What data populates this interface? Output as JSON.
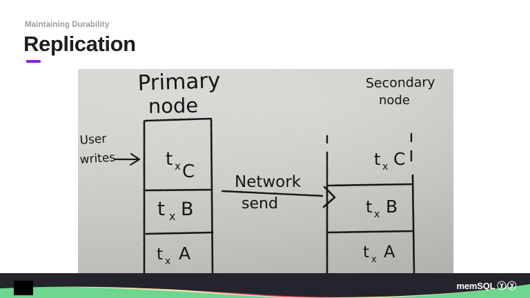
{
  "slide": {
    "kicker": "Maintaining Durability",
    "title": "Replication",
    "accent_color": "#8a1fd8",
    "background_color": "#ffffff"
  },
  "whiteboard": {
    "alt": "hand-drawn whiteboard diagram of primary and secondary node transaction logs",
    "primary": {
      "label_line1": "Primary",
      "label_line2": "node",
      "entries": [
        {
          "label": "tₓ C",
          "state": "committed-local"
        },
        {
          "label": "t ₓ B",
          "state": "committed-local"
        },
        {
          "label": "tₓ A",
          "state": "committed-local"
        }
      ]
    },
    "secondary": {
      "label_line1": "Secondary",
      "label_line2": "node",
      "entries": [
        {
          "label": "tₓ C",
          "state": "pending-dashed"
        },
        {
          "label": "tₓ B",
          "state": "replicated"
        },
        {
          "label": "tₓ A",
          "state": "replicated"
        }
      ]
    },
    "user_writes": {
      "line1": "User",
      "line2": "writes",
      "arrow": "→"
    },
    "network": {
      "line1": "Network",
      "line2": "send",
      "arrow": ">"
    }
  },
  "footer": {
    "brand_name": "memSQL",
    "brand_mark": "ⓨ⁄ⓨ",
    "band_color": "#23242c",
    "wave_colors": {
      "cyan": "#5ad6e0",
      "pink": "#d83a72",
      "cream": "#efe3ae",
      "green": "#6ed68f",
      "purple": "#a428d8"
    }
  }
}
